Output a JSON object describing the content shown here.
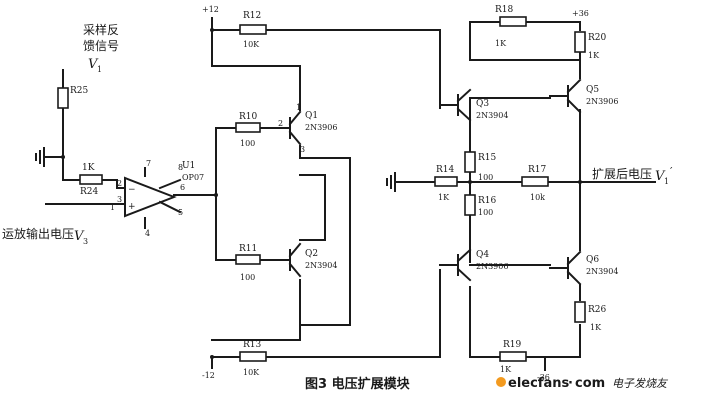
{
  "labels": {
    "sample_feedback_line1": "采样反",
    "sample_feedback_line2": "馈信号",
    "v1_symbol": "V",
    "v1_sub": "1",
    "opamp_input": "运放输出电压",
    "v3_symbol": "V",
    "v3_sub": "3",
    "output_label": "扩展后电压",
    "v1p_symbol": "V",
    "v1p_sub": "1",
    "v1p_prime": "′",
    "caption": "图3   电压扩展模块",
    "watermark_site": "elecfans",
    "watermark_dot": "·",
    "watermark_com": "com",
    "watermark_cn": "电子发烧友"
  },
  "supplies": {
    "pos12": "+12",
    "neg12": "-12",
    "pos36": "+36",
    "neg36": "-36"
  },
  "resistors": {
    "r10": {
      "ref": "R10",
      "value": "100"
    },
    "r11": {
      "ref": "R11",
      "value": "100"
    },
    "r12": {
      "ref": "R12",
      "value": "10K"
    },
    "r13": {
      "ref": "R13",
      "value": "10K"
    },
    "r14": {
      "ref": "R14",
      "value": "1K"
    },
    "r15": {
      "ref": "R15",
      "value": "100"
    },
    "r16": {
      "ref": "R16",
      "value": "100"
    },
    "r17": {
      "ref": "R17",
      "value": "10k"
    },
    "r18": {
      "ref": "R18",
      "value": "1K"
    },
    "r19": {
      "ref": "R19",
      "value": "1K"
    },
    "r20": {
      "ref": "R20",
      "value": "1K"
    },
    "r24": {
      "ref": "R24",
      "value": "1K"
    },
    "r25": {
      "ref": "R25",
      "value": ""
    },
    "r26": {
      "ref": "R26",
      "value": "1K"
    }
  },
  "transistors": {
    "q1": {
      "ref": "Q1",
      "part": "2N3906"
    },
    "q2": {
      "ref": "Q2",
      "part": "2N3904"
    },
    "q3": {
      "ref": "Q3",
      "part": "2N3904"
    },
    "q4": {
      "ref": "Q4",
      "part": "2N3906"
    },
    "q5": {
      "ref": "Q5",
      "part": "2N3906"
    },
    "q6": {
      "ref": "Q6",
      "part": "2N3904"
    }
  },
  "opamp": {
    "ref": "U1",
    "part": "OP07",
    "pins": {
      "p1": "1",
      "p2": "2",
      "p3": "3",
      "p4": "4",
      "p5": "5",
      "p6": "6",
      "p7": "7",
      "p8": "8"
    }
  },
  "q1_pins": {
    "p1": "1",
    "p2": "2",
    "p3": "3"
  }
}
